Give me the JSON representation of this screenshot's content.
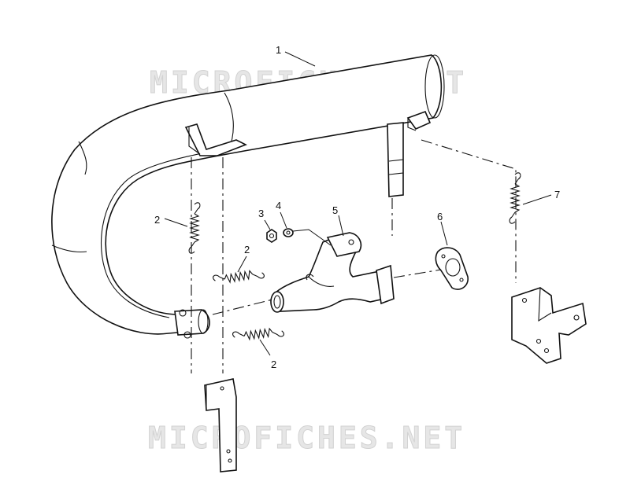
{
  "watermark": {
    "text": "MICROFICHES.NET"
  },
  "callouts": [
    {
      "id": "part-1",
      "label": "1"
    },
    {
      "id": "part-2a",
      "label": "2"
    },
    {
      "id": "part-2b",
      "label": "2"
    },
    {
      "id": "part-2c",
      "label": "2"
    },
    {
      "id": "part-3",
      "label": "3"
    },
    {
      "id": "part-4",
      "label": "4"
    },
    {
      "id": "part-5",
      "label": "5"
    },
    {
      "id": "part-6",
      "label": "6"
    },
    {
      "id": "part-7",
      "label": "7"
    }
  ]
}
